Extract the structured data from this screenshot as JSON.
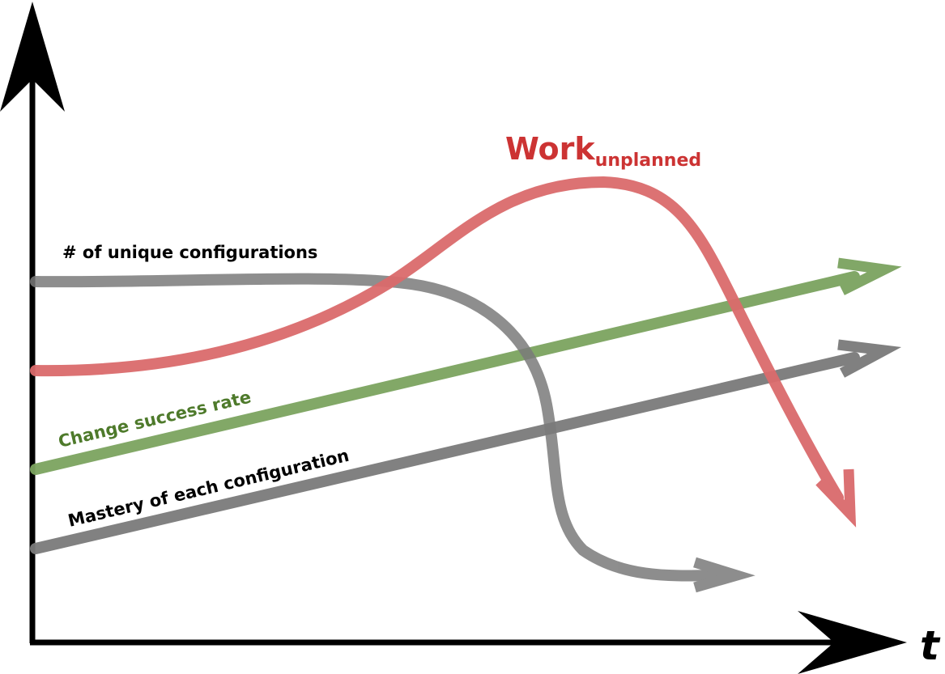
{
  "colors": {
    "axis": "#000000",
    "configurations_curve": "#7a7a7a",
    "work_curve": "#da6a6c",
    "success_curve": "#7ba35f",
    "mastery_curve": "#7a7a7a",
    "work_label": "#cc3333",
    "success_label": "#4e7a2b",
    "dark_label": "#000000"
  },
  "axes": {
    "x_label": "t"
  },
  "curves": {
    "configurations": {
      "label": "# of unique configurations"
    },
    "work": {
      "label_main": "Work",
      "label_sub": "unplanned"
    },
    "success": {
      "label": "Change success rate"
    },
    "mastery": {
      "label": "Mastery of each configuration"
    }
  }
}
